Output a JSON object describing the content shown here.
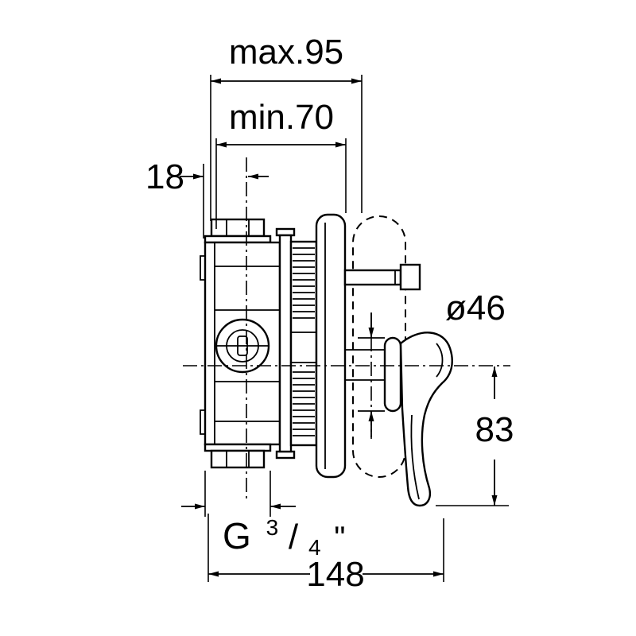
{
  "colors": {
    "line": "#000000",
    "background": "#ffffff"
  },
  "dimensions": {
    "max_width": "max.95",
    "min_width": "min.70",
    "offset_18": "18",
    "diameter_46": "ø46",
    "height_83": "83",
    "length_148": "148",
    "thread": {
      "prefix": "G",
      "numerator": "3",
      "slash": "/",
      "denominator": "4",
      "quote": "\""
    }
  }
}
